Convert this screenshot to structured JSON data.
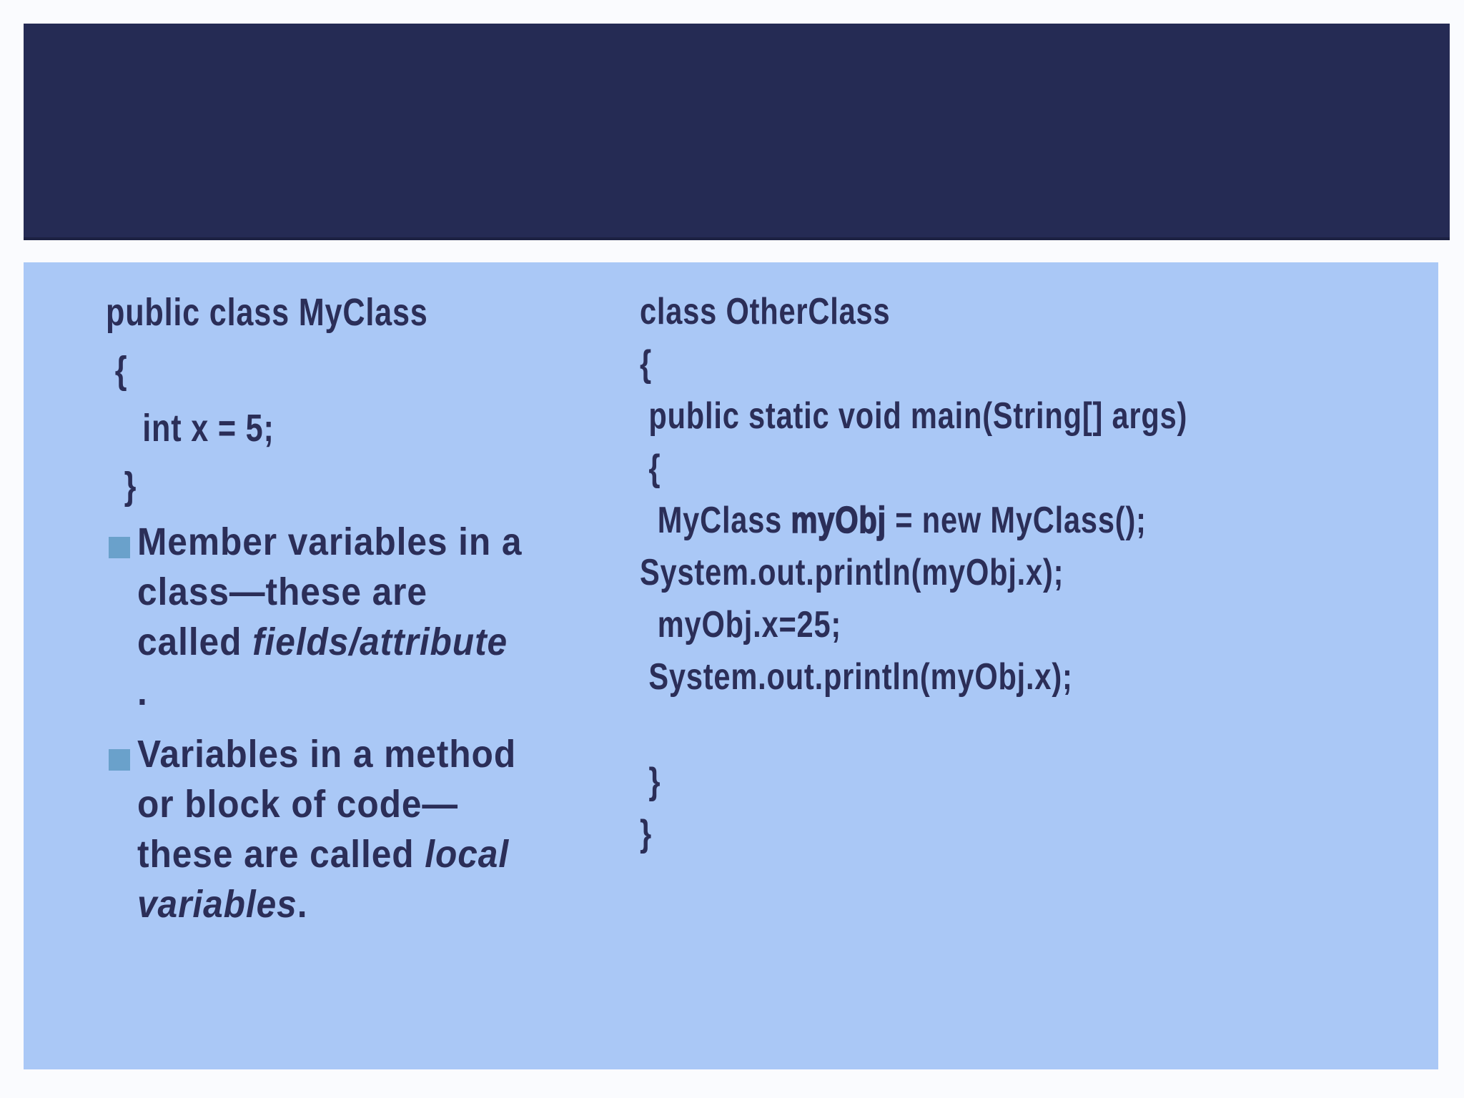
{
  "slide": {
    "colors": {
      "page_background": "#fafbfe",
      "header_background": "#252b54",
      "header_edge": "#1c2142",
      "panel_background": "#aac8f6",
      "text": "#2b2e58",
      "bullet_square": "#6aa1cb"
    },
    "header": {
      "title": ""
    },
    "left_column": {
      "code_lines": [
        [
          {
            "t": "public class MyClass"
          }
        ],
        [
          {
            "t": " {"
          }
        ],
        [
          {
            "t": "    int x = 5;"
          }
        ],
        [
          {
            "t": "  }"
          }
        ]
      ],
      "bullets": [
        {
          "lines": [
            [
              {
                "t": "Member variables in a"
              }
            ],
            [
              {
                "t": "class—these are"
              }
            ],
            [
              {
                "t": "called "
              },
              {
                "t": "fields/attribute",
                "i": true
              }
            ],
            [
              {
                "t": "."
              }
            ]
          ]
        },
        {
          "lines": [
            [
              {
                "t": "Variables in a method"
              }
            ],
            [
              {
                "t": "or block of code—"
              }
            ],
            [
              {
                "t": "these are called "
              },
              {
                "t": "local",
                "i": true
              }
            ],
            [
              {
                "t": "variables",
                "i": true
              },
              {
                "t": "."
              }
            ]
          ]
        }
      ]
    },
    "right_column": {
      "code_lines": [
        [
          {
            "t": "class OtherClass"
          }
        ],
        [
          {
            "t": "{"
          }
        ],
        [
          {
            "t": " public static void main(String[] args)"
          }
        ],
        [
          {
            "t": " {"
          }
        ],
        [
          {
            "t": "  MyClass "
          },
          {
            "t": "myObj",
            "b": true
          },
          {
            "t": " = new MyClass();"
          }
        ],
        [
          {
            "t": "System.out.println(myObj.x);"
          }
        ],
        [
          {
            "t": "  myObj.x=25;"
          }
        ],
        [
          {
            "t": " System.out.println(myObj.x);"
          }
        ],
        [
          {
            "t": ""
          }
        ],
        [
          {
            "t": " }"
          }
        ],
        [
          {
            "t": "}"
          }
        ]
      ]
    }
  }
}
